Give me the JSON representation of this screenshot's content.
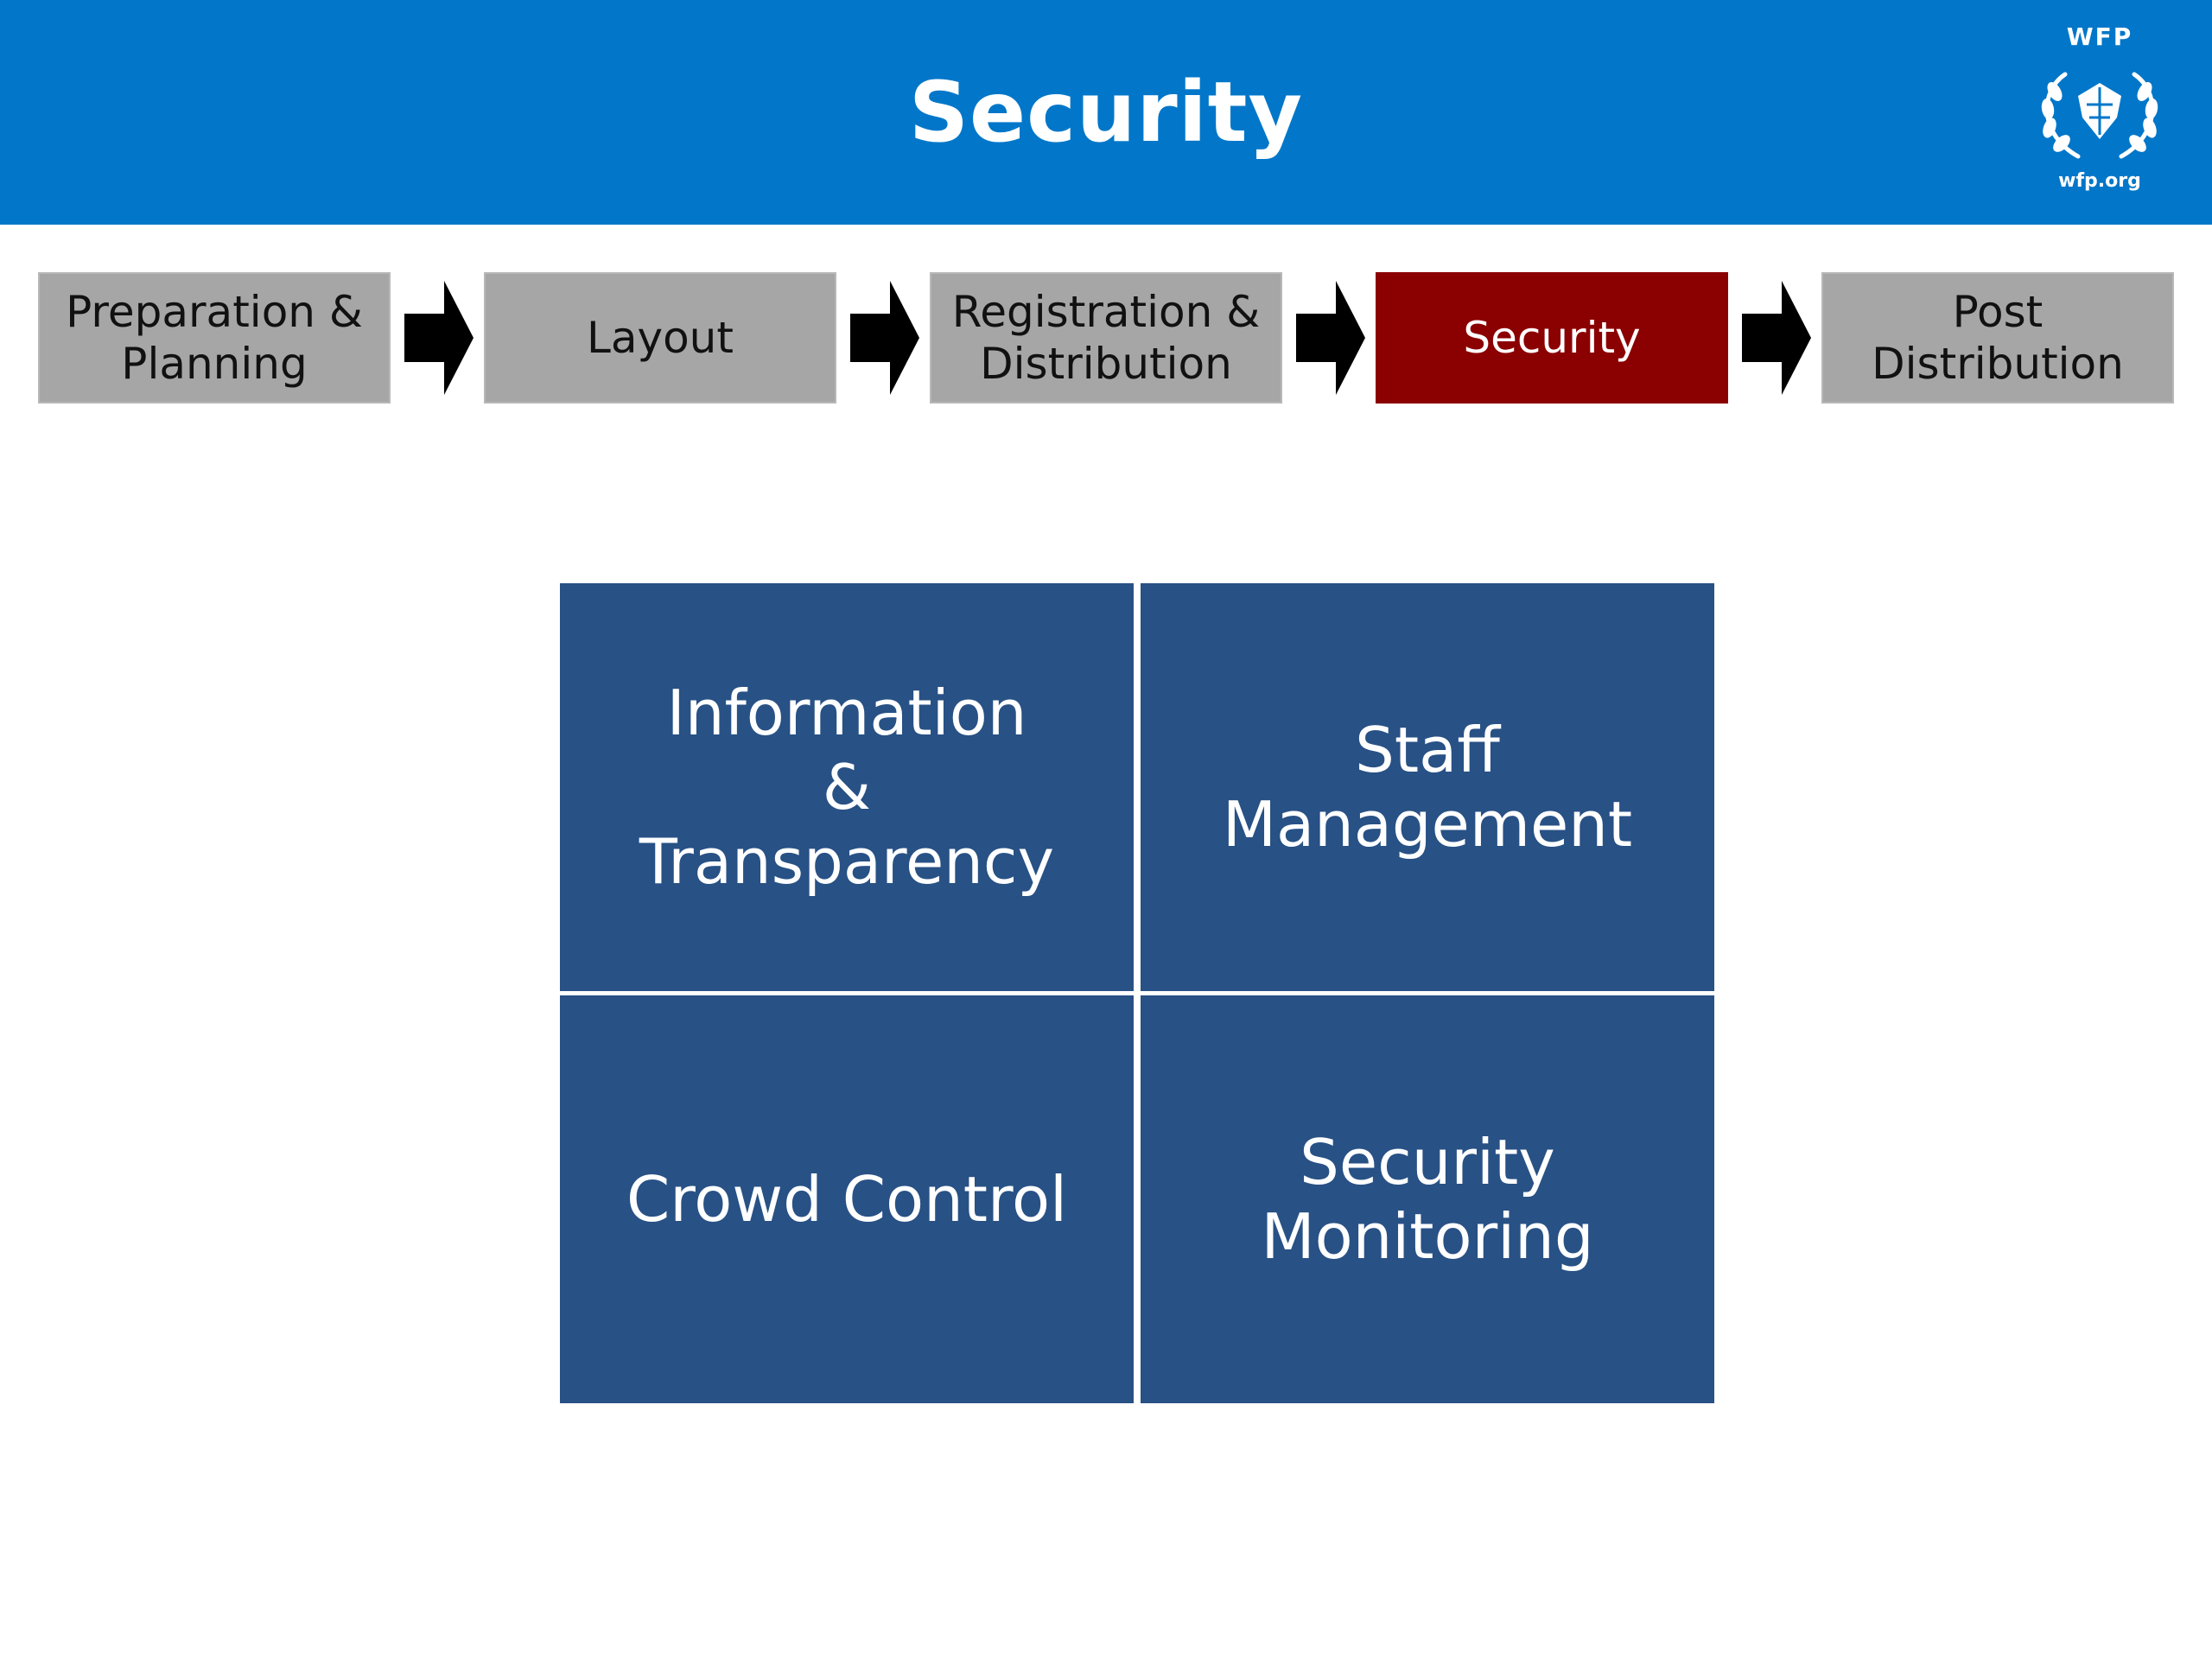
{
  "header": {
    "title": "Security",
    "logo": {
      "top_text": "WFP",
      "bottom_text": "wfp.org",
      "emblem_icon": "wfp-laurel-emblem-icon"
    }
  },
  "process_steps": [
    {
      "label": "Preparation &\nPlanning",
      "active": false
    },
    {
      "label": "Layout",
      "active": false
    },
    {
      "label": "Registration &\nDistribution",
      "active": false
    },
    {
      "label": "Security",
      "active": true
    },
    {
      "label": "Post\nDistribution",
      "active": false
    }
  ],
  "arrow_icon": "right-arrow-icon",
  "grid": {
    "cells": [
      {
        "label": "Information\n&\nTransparency"
      },
      {
        "label": "Staff\nManagement"
      },
      {
        "label": "Crowd Control"
      },
      {
        "label": "Security\nMonitoring"
      }
    ]
  },
  "colors": {
    "header_blue": "#0277c9",
    "step_gray": "#a6a6a6",
    "step_active_red": "#8b0000",
    "grid_blue": "#285185"
  }
}
